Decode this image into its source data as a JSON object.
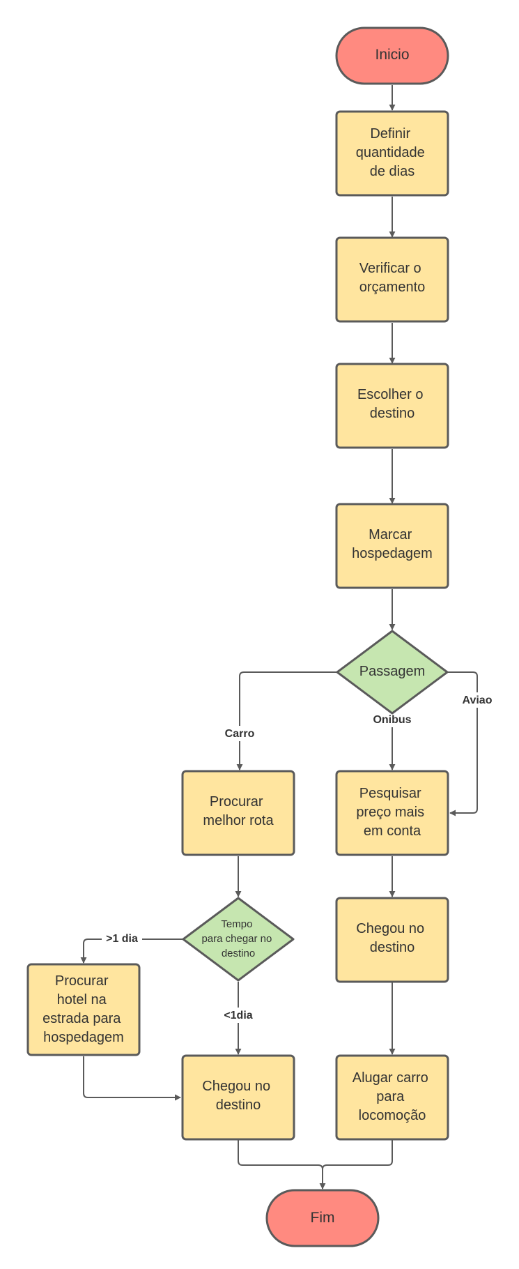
{
  "colors": {
    "process_fill": "#FFE59F",
    "decision_fill": "#C6E6B0",
    "terminal_fill": "#FF8A80",
    "stroke": "#5A5A5A",
    "text": "#333333"
  },
  "nodes": {
    "start": {
      "lines": [
        "Inicio"
      ]
    },
    "define_days": {
      "lines": [
        "Definir",
        "quantidade",
        "de dias"
      ]
    },
    "check_budget": {
      "lines": [
        "Verificar o",
        "orçamento"
      ]
    },
    "choose_destination": {
      "lines": [
        "Escolher o",
        "destino"
      ]
    },
    "book_lodging": {
      "lines": [
        "Marcar",
        "hospedagem"
      ]
    },
    "ticket_decision": {
      "lines": [
        "Passagem"
      ]
    },
    "best_route": {
      "lines": [
        "Procurar",
        "melhor rota"
      ]
    },
    "search_price": {
      "lines": [
        "Pesquisar",
        "preço mais",
        "em conta"
      ]
    },
    "travel_time_decision": {
      "lines": [
        "Tempo",
        "para chegar no",
        "destino"
      ]
    },
    "arrived_right": {
      "lines": [
        "Chegou no",
        "destino"
      ]
    },
    "road_hotel": {
      "lines": [
        "Procurar",
        "hotel na",
        "estrada para",
        "hospedagem"
      ]
    },
    "arrived_left": {
      "lines": [
        "Chegou no",
        "destino"
      ]
    },
    "rent_car": {
      "lines": [
        "Alugar carro",
        "para",
        "locomoção"
      ]
    },
    "end": {
      "lines": [
        "Fim"
      ]
    }
  },
  "edge_labels": {
    "carro": "Carro",
    "onibus": "Onibus",
    "aviao": "Aviao",
    "more_than_one_day": ">1 dia",
    "less_than_one_day": "<1dia"
  }
}
